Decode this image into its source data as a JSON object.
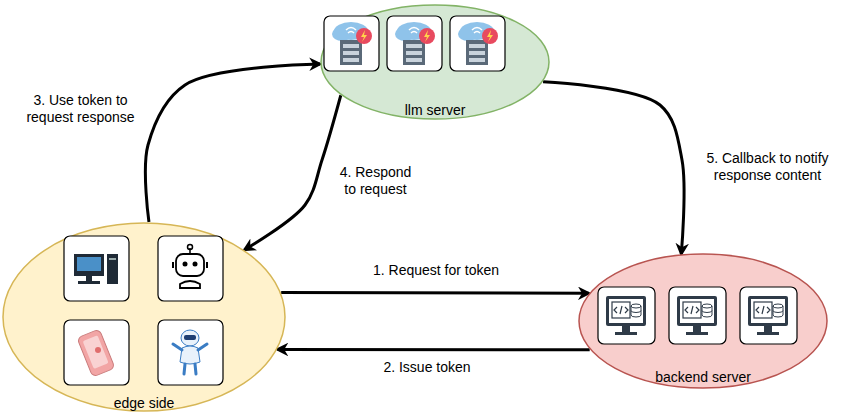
{
  "diagram": {
    "nodes": [
      {
        "text": [
          "llm server"
        ]
      },
      {
        "text": [
          "edge side"
        ]
      },
      {
        "text": [
          "backend server"
        ]
      }
    ],
    "edges": [
      {
        "from": 1,
        "to": 2,
        "label": "1. Request for token",
        "arrow": "to"
      },
      {
        "from": 2,
        "to": 1,
        "label": "2. Issue token",
        "arrow": "to"
      },
      {
        "from": 1,
        "to": 0,
        "label": "3. Use token to request response",
        "arrow": "to"
      },
      {
        "from": 0,
        "to": 1,
        "label": "4. Respond to request",
        "arrow": "to"
      },
      {
        "from": 0,
        "to": 2,
        "label": "5. Callback to notify response content",
        "arrow": "to"
      }
    ]
  }
}
